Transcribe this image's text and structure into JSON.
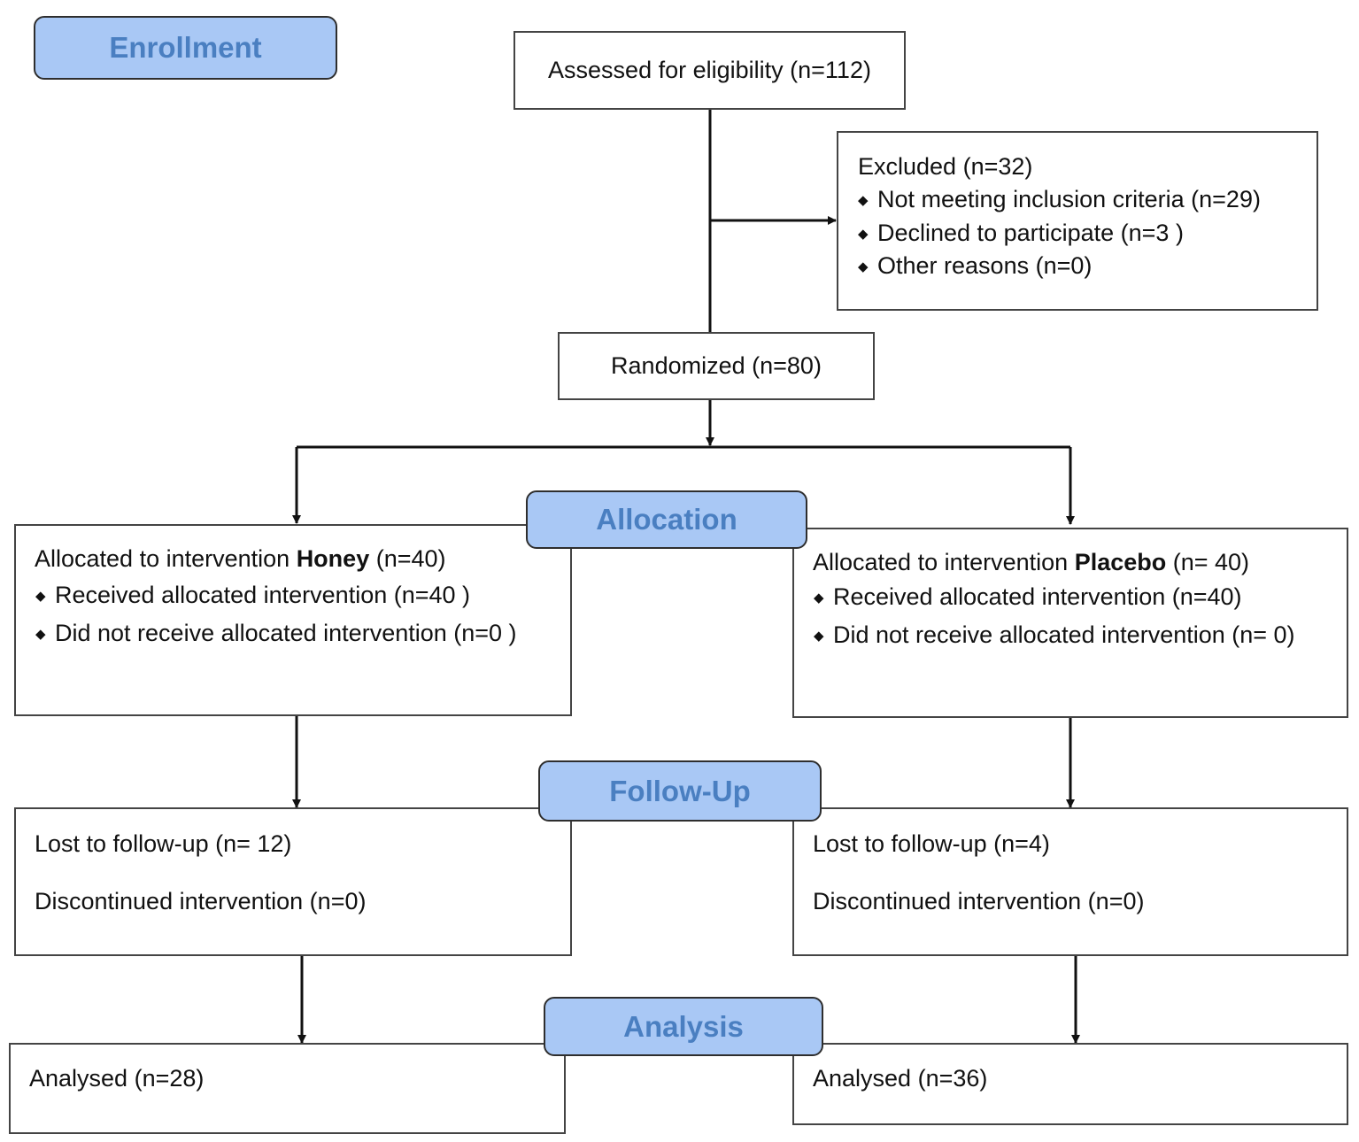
{
  "stages": {
    "enrollment": "Enrollment",
    "allocation": "Allocation",
    "follow_up": "Follow-Up",
    "analysis": "Analysis"
  },
  "bullet_glyph": "◆",
  "assessed": "Assessed for eligibility (n=112)",
  "excluded": {
    "title": "Excluded (n=32)",
    "items": [
      "Not meeting inclusion criteria (n=29)",
      "Declined to participate (n=3 )",
      "Other reasons (n=0)"
    ]
  },
  "randomized": "Randomized (n=80)",
  "honey_alloc": {
    "prefix": "Allocated to intervention ",
    "group": "Honey",
    "count": " (n=40)",
    "items": [
      "Received allocated intervention (n=40 )",
      "Did not receive allocated intervention (n=0 )"
    ]
  },
  "placebo_alloc": {
    "prefix": "Allocated to intervention ",
    "group": "Placebo",
    "count": " (n= 40)",
    "items": [
      "Received allocated intervention (n=40)",
      "Did not receive allocated intervention  (n= 0)"
    ]
  },
  "honey_followup": {
    "lost": "Lost to follow-up (n= 12)",
    "discontinued": "Discontinued intervention (n=0)"
  },
  "placebo_followup": {
    "lost": "Lost to follow-up (n=4)",
    "discontinued": "Discontinued intervention (n=0)"
  },
  "honey_analysed": "Analysed (n=28)",
  "placebo_analysed": "Analysed (n=36)"
}
